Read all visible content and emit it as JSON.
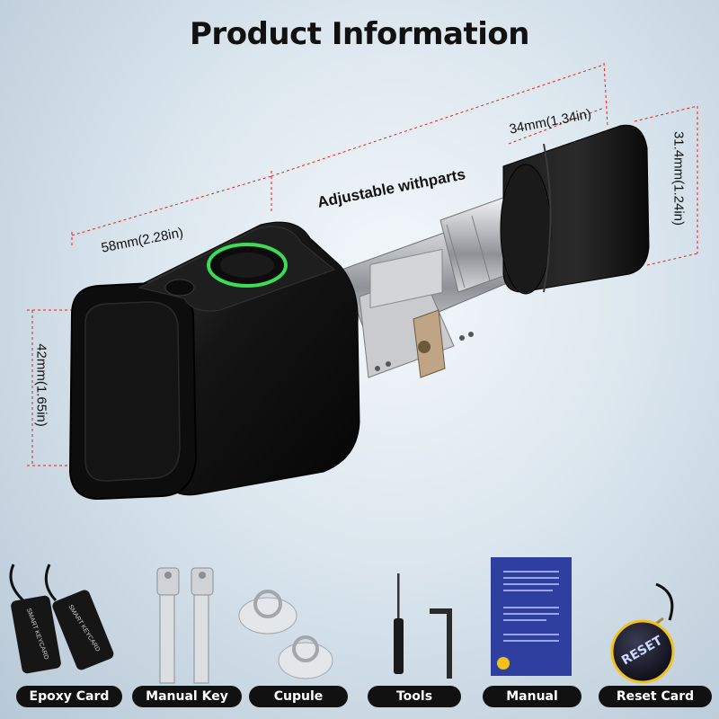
{
  "title": "Product Information",
  "dimensions": {
    "length_total": "58mm(2.28in)",
    "adjustable": "Adjustable withparts",
    "knob_length": "34mm(1.34in)",
    "knob_diameter": "31.4mm(1.24in)",
    "body_height": "42mm(1.65in)"
  },
  "accessories": [
    {
      "label": "Epoxy Card",
      "icon": "keycard-fob-icon"
    },
    {
      "label": "Manual Key",
      "icon": "key-icon"
    },
    {
      "label": "Cupule",
      "icon": "suction-cup-icon"
    },
    {
      "label": "Tools",
      "icon": "screwdriver-icon"
    },
    {
      "label": "Manual",
      "icon": "manual-booklet-icon"
    },
    {
      "label": "Reset Card",
      "icon": "reset-fob-icon"
    }
  ],
  "printed_text": {
    "smart_keycard": "SMART KEYCARD",
    "reset": "RESET"
  },
  "colors": {
    "lock_body": "#141414",
    "fingerprint_ring": "#3ddc52",
    "dimension_line": "#e02020",
    "pill_bg": "#111111",
    "manual_blue": "#2f3fa0",
    "reset_yellow": "#f2c21b"
  }
}
